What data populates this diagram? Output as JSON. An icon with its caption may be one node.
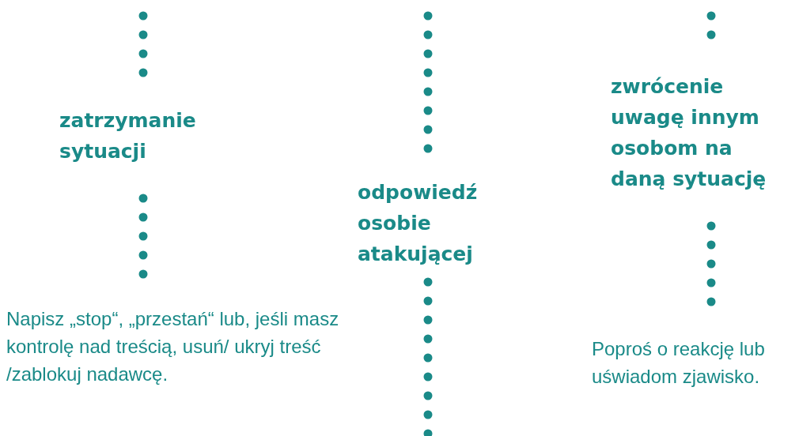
{
  "diagram": {
    "nodes": [
      {
        "text": [
          "zatrzymanie sytuacji"
        ]
      },
      {
        "text": [
          "Napisz „stop“, „przestań“ lub, jeśli masz kontrolę nad treścią, usuń/ ukryj treść /zablokuj nadawcę."
        ]
      },
      {
        "text": [
          "odpowiedź osobie atakującej"
        ]
      },
      {
        "text": [
          "zwrócenie uwagę innym osobom na daną sytuację"
        ]
      },
      {
        "text": [
          "Poproś o reakcję lub uświadom zjawisko."
        ]
      }
    ],
    "edges": [
      {
        "from": null,
        "to": 0,
        "arrow": "none",
        "style": "dashed"
      },
      {
        "from": 0,
        "to": 1,
        "arrow": "none",
        "style": "dashed"
      },
      {
        "from": null,
        "to": 2,
        "arrow": "none",
        "style": "dashed"
      },
      {
        "from": 2,
        "to": null,
        "arrow": "none",
        "style": "dashed"
      },
      {
        "from": null,
        "to": 3,
        "arrow": "none",
        "style": "dashed"
      },
      {
        "from": 3,
        "to": 4,
        "arrow": "none",
        "style": "dashed"
      }
    ]
  }
}
